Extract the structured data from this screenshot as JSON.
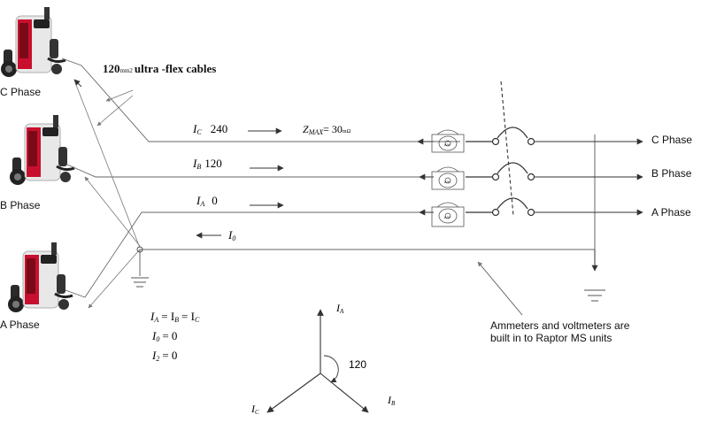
{
  "cable_label": {
    "size": "120",
    "unit": "mm2",
    "text": "ultra -flex cables"
  },
  "units": {
    "c": "C Phase",
    "b": "B Phase",
    "a": "A Phase"
  },
  "outputs": {
    "c": "C Phase",
    "b": "B Phase",
    "a": "A Phase"
  },
  "currents": {
    "ic_label": "I",
    "ic_sub": "C",
    "ic_value": "240",
    "ib_label": "I",
    "ib_sub": "B",
    "ib_value": "120",
    "ia_label": "I",
    "ia_sub": "A",
    "ia_value": "0",
    "i0_label": "I",
    "i0_sub": "0"
  },
  "zmax": {
    "label": "Z",
    "sub": "MAX",
    "eq": "= 30",
    "unit": "mΩ"
  },
  "meter_text": "A/V",
  "note": {
    "line1": "Ammeters and voltmeters are",
    "line2": "built in to Raptor MS units"
  },
  "equations": {
    "line1": "I",
    "line1_rest": "= I",
    "line1_rest2": "= I",
    "sub_a": "A",
    "sub_b": "B",
    "sub_c": "C",
    "line2_sym": "I",
    "line2_sub": "0",
    "line2_val": "= 0",
    "line3_sym": "I",
    "line3_sub": "2",
    "line3_val": "= 0"
  },
  "phasor": {
    "la": "I",
    "la_sub": "A",
    "lb": "I",
    "lb_sub": "B",
    "lc": "I",
    "lc_sub": "C",
    "angle": "120"
  },
  "colors": {
    "line": "#333333",
    "light_line": "#8a8a8a",
    "unit_body": "#e8e8e8",
    "unit_red": "#c8102e",
    "unit_dark": "#222222"
  }
}
